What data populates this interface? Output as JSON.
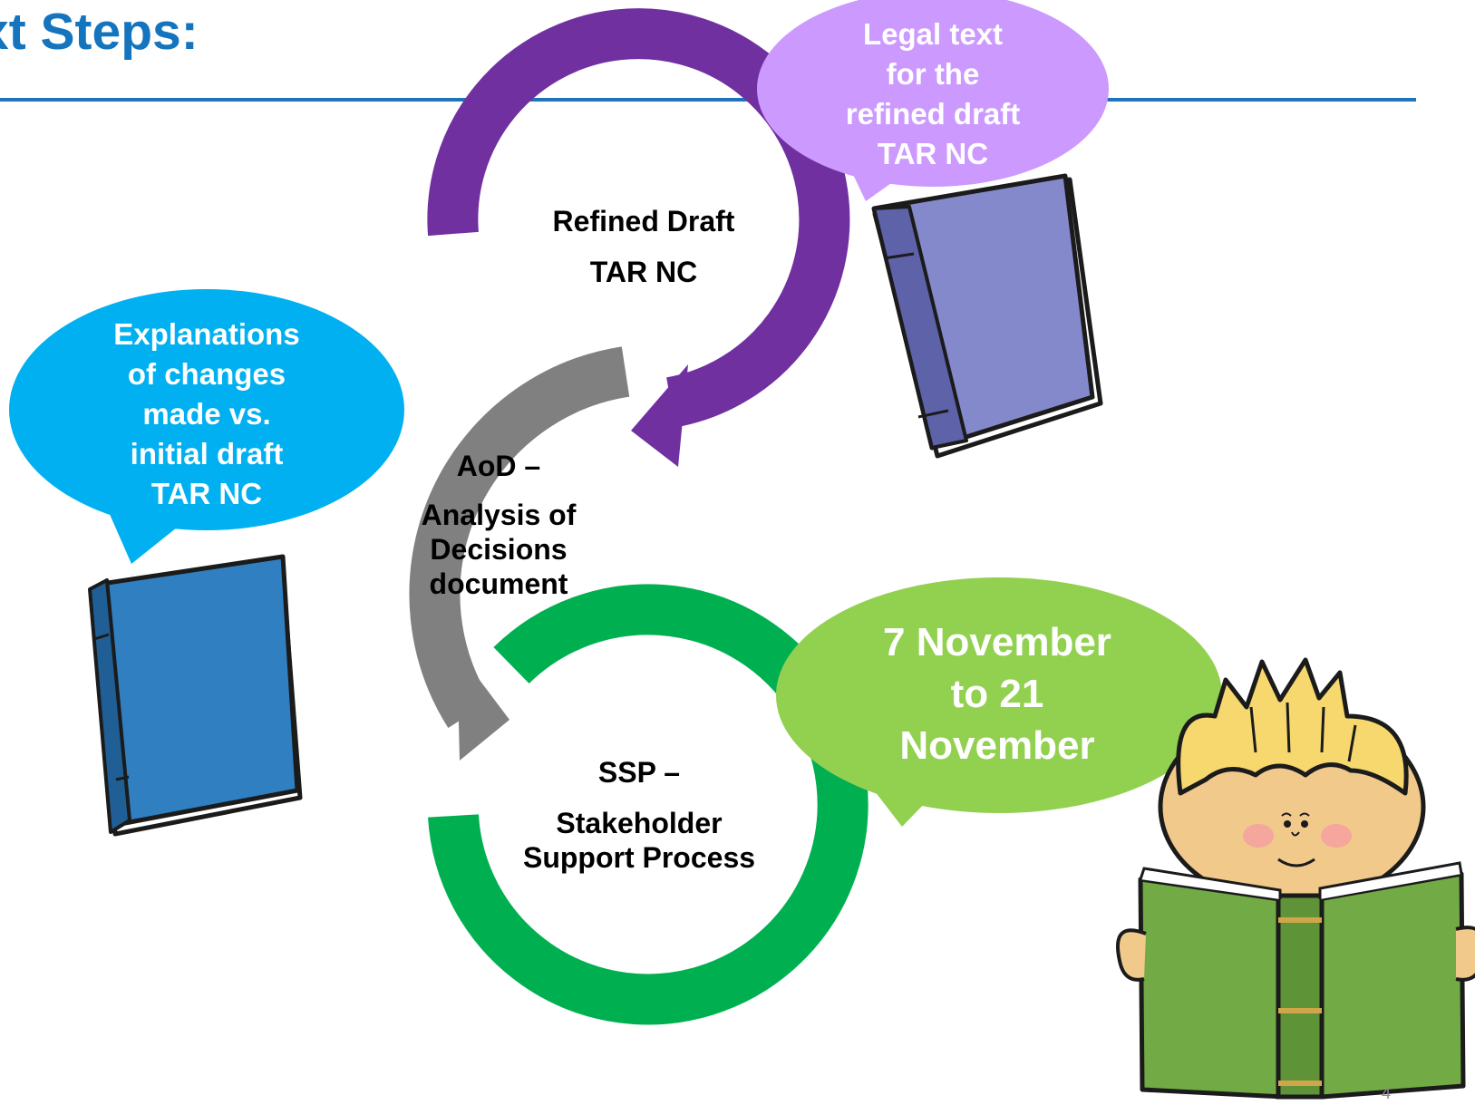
{
  "slide": {
    "title": "xt Steps:",
    "page_number": "4"
  },
  "cycle": {
    "refined": {
      "line1": "Refined Draft",
      "line2": "TAR NC",
      "color": "#7030a0"
    },
    "aod": {
      "line1": "AoD –",
      "line2": "Analysis of",
      "line3": "Decisions",
      "line4": "document",
      "color": "#808080"
    },
    "ssp": {
      "line1": "SSP –",
      "line2": "Stakeholder",
      "line3": "Support Process",
      "color": "#00b050"
    }
  },
  "bubbles": {
    "legal_text": {
      "lines": [
        "Legal text",
        "for the",
        "refined draft",
        "TAR NC"
      ],
      "color": "#cc99ff"
    },
    "explanations": {
      "lines": [
        "Explanations",
        "of changes",
        "made vs.",
        "initial draft",
        "TAR NC"
      ],
      "color": "#00b0f0"
    },
    "dates": {
      "lines": [
        "7 November",
        "to 21",
        "November"
      ],
      "color": "#92d050"
    }
  },
  "illustrations": {
    "purple_book_icon": "closed-book-icon",
    "blue_book_icon": "closed-book-icon",
    "reading_boy_icon": "child-reading-book-icon"
  },
  "colors": {
    "title": "#1474be",
    "rule": "#1f73b8",
    "bubble_text": "#ffffff",
    "label_text": "#000000"
  }
}
